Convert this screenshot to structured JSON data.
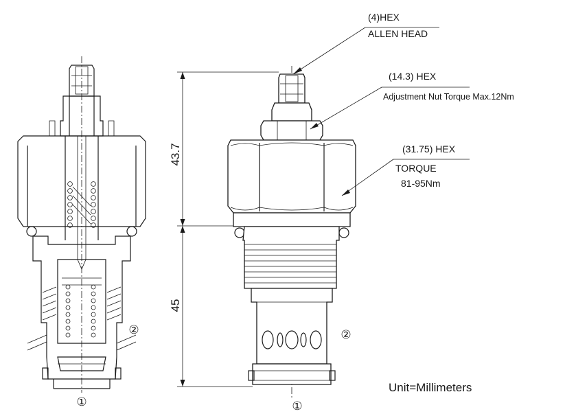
{
  "callouts": {
    "allen_hex_size": "(4)HEX",
    "allen_head": "ALLEN HEAD",
    "nut_hex_size": "(14.3) HEX",
    "nut_torque": "Adjustment Nut Torque Max.12Nm",
    "body_hex_size": "(31.75) HEX",
    "body_torque_label": "TORQUE",
    "body_torque_value": "81-95Nm"
  },
  "dimensions": {
    "upper_height": "43.7",
    "lower_height": "45"
  },
  "ports": {
    "port_1": "①",
    "port_2": "②"
  },
  "unit_note": "Unit=Millimeters"
}
